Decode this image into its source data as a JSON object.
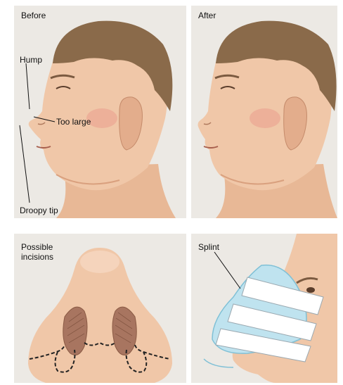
{
  "panels": {
    "before": {
      "title": "Before",
      "callouts": {
        "hump": "Hump",
        "too_large": "Too large",
        "droopy_tip": "Droopy tip"
      }
    },
    "after": {
      "title": "After"
    },
    "incisions": {
      "title": "Possible\nincisions"
    },
    "splint": {
      "title": "Splint"
    }
  },
  "colors": {
    "panel_background": "#ece9e4",
    "hair": "#8a6a4a",
    "skin": "#f0c7a8",
    "skin_shadow": "#d9a07e",
    "incision_line": "#222222",
    "splint_tape": "#ffffff",
    "splint_shell": "#bfe3ef"
  }
}
